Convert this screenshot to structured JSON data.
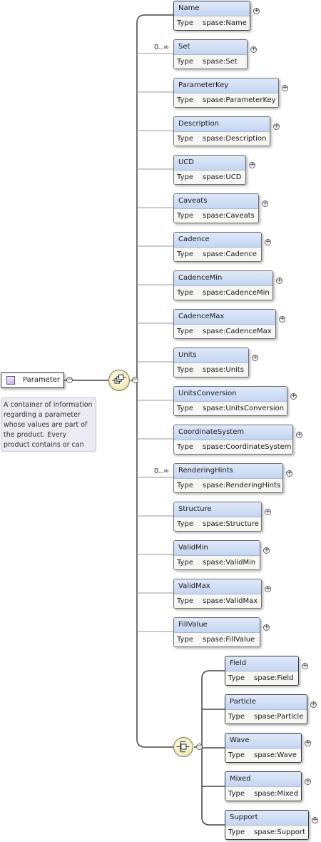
{
  "root": {
    "name": "Parameter",
    "documentation": "A container of information regarding a parameter whose values are part of the product. Every product contains or can be..."
  },
  "type_label": "Type",
  "elements": [
    {
      "name": "Name",
      "type": "spase:Name",
      "optional": false,
      "occurrence": ""
    },
    {
      "name": "Set",
      "type": "spase:Set",
      "optional": true,
      "occurrence": "0..∞"
    },
    {
      "name": "ParameterKey",
      "type": "spase:ParameterKey",
      "optional": true,
      "occurrence": ""
    },
    {
      "name": "Description",
      "type": "spase:Description",
      "optional": true,
      "occurrence": ""
    },
    {
      "name": "UCD",
      "type": "spase:UCD",
      "optional": true,
      "occurrence": ""
    },
    {
      "name": "Caveats",
      "type": "spase:Caveats",
      "optional": true,
      "occurrence": ""
    },
    {
      "name": "Cadence",
      "type": "spase:Cadence",
      "optional": true,
      "occurrence": ""
    },
    {
      "name": "CadenceMin",
      "type": "spase:CadenceMin",
      "optional": true,
      "occurrence": ""
    },
    {
      "name": "CadenceMax",
      "type": "spase:CadenceMax",
      "optional": true,
      "occurrence": ""
    },
    {
      "name": "Units",
      "type": "spase:Units",
      "optional": true,
      "occurrence": ""
    },
    {
      "name": "UnitsConversion",
      "type": "spase:UnitsConversion",
      "optional": true,
      "occurrence": ""
    },
    {
      "name": "CoordinateSystem",
      "type": "spase:CoordinateSystem",
      "optional": true,
      "occurrence": ""
    },
    {
      "name": "RenderingHints",
      "type": "spase:RenderingHints",
      "optional": true,
      "occurrence": "0..∞"
    },
    {
      "name": "Structure",
      "type": "spase:Structure",
      "optional": true,
      "occurrence": ""
    },
    {
      "name": "ValidMin",
      "type": "spase:ValidMin",
      "optional": true,
      "occurrence": ""
    },
    {
      "name": "ValidMax",
      "type": "spase:ValidMax",
      "optional": true,
      "occurrence": ""
    },
    {
      "name": "FillValue",
      "type": "spase:FillValue",
      "optional": true,
      "occurrence": ""
    }
  ],
  "choice": [
    {
      "name": "Field",
      "type": "spase:Field",
      "optional": false
    },
    {
      "name": "Particle",
      "type": "spase:Particle",
      "optional": false
    },
    {
      "name": "Wave",
      "type": "spase:Wave",
      "optional": false
    },
    {
      "name": "Mixed",
      "type": "spase:Mixed",
      "optional": false
    },
    {
      "name": "Support",
      "type": "spase:Support",
      "optional": false
    }
  ]
}
